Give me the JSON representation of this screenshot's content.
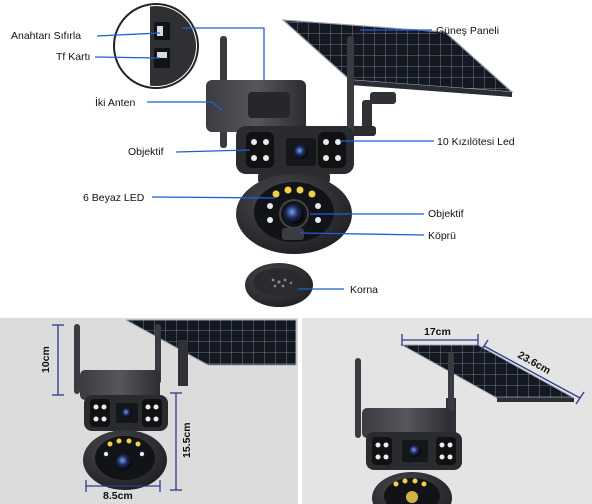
{
  "labels": {
    "reset_switch": "Anahtarı Sıfırla",
    "tf_card": "Tf Kartı",
    "dual_antenna": "İki Anten",
    "lens_left": "Objektif",
    "white_led": "6 Beyaz LED",
    "solar_panel": "Güneş Paneli",
    "ir_led": "10 Kızılötesi Led",
    "lens_right": "Objektif",
    "bridge": "Köprü",
    "speaker": "Korna"
  },
  "dimensions": {
    "height_top": "10cm",
    "height_total": "15.5cm",
    "width": "8.5cm",
    "panel_width": "17cm",
    "panel_length": "23.6cm"
  },
  "colors": {
    "leader_line": "#1f5fd6",
    "dimension_line": "#2a3b8f",
    "camera_body": "#2e2f33",
    "panel_cell": "#161a24"
  }
}
